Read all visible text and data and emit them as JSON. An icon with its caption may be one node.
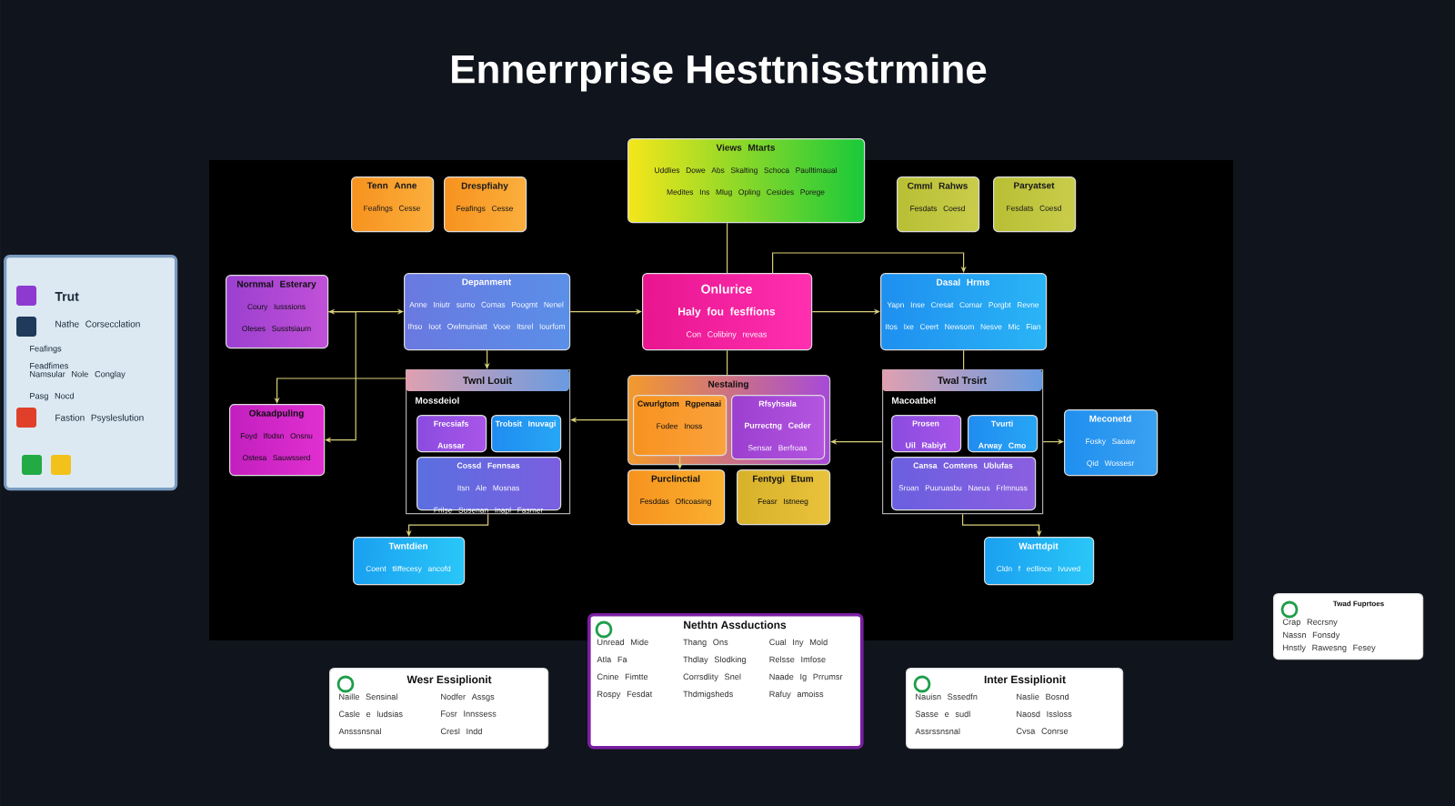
{
  "diagram": {
    "title": "Ennerrprise Hesttnisstrmine",
    "nodes": [
      {
        "text": [
          "Views Mtarts",
          "Uddlies Dowe Abs Skalting Schoca Paulltimaual Medites Ins Mlug Opling Cesides Porege"
        ]
      },
      {
        "text": [
          "Tenn Anne",
          "Feafings Cesse"
        ]
      },
      {
        "text": [
          "Drespfiahy",
          "Feafings Cesse"
        ]
      },
      {
        "text": [
          "Cmml Rahws",
          "Fesdats Coesd"
        ]
      },
      {
        "text": [
          "Paryatset",
          "Fesdats Coesd"
        ]
      },
      {
        "text": [
          "Nornmal Esterary",
          "Coury Iusssions Oleses Susstsiaum"
        ]
      },
      {
        "text": [
          "Depanment",
          "Anne Iniutr sumo Comas Poogmt Nenel Ihso Ioot Owlmuiniatt Vooe Itsrel Iourfom"
        ]
      },
      {
        "text": [
          "Onlurice",
          "Haly fou fesffions",
          "Con Colibiny reveas"
        ]
      },
      {
        "text": [
          "Dasal Hrms",
          "Yapn Inse Cresat Comar Porgbt Revne Itos Ixe Ceert Newsom Nesve Mic Fian"
        ]
      },
      {
        "text": [
          "Okaadpuling",
          "Foyd Ifodsn Onsnu Ostesa Sauwsserd"
        ]
      },
      {
        "text": [
          "Twnl Louit",
          "Mossdeiol"
        ]
      },
      {
        "text": [
          "Frecsiafs Aussar"
        ],
        "in": 10
      },
      {
        "text": [
          "Trobsit Inuvagi"
        ],
        "in": 10
      },
      {
        "text": [
          "Cossd Fennsas",
          "Itsn Ale Mosnas",
          "Frilse Susenan Inapl Fasmer"
        ],
        "in": 10
      },
      {
        "text": [
          "Twntdien",
          "Coent tliffecesy ancofd"
        ]
      },
      {
        "text": [
          "Nestaling"
        ]
      },
      {
        "text": [
          "Cwurlgtom Rgpenaai",
          "Fodee Inoss"
        ],
        "in": 15
      },
      {
        "text": [
          "Rfsyhsala Purrectng Ceder",
          "Sensar Berfroas"
        ],
        "in": 15
      },
      {
        "text": [
          "Purclinctial",
          "Fesddas Oficoasing"
        ]
      },
      {
        "text": [
          "Fentygi Etum",
          "Feasr Istneeg"
        ]
      },
      {
        "text": [
          "Twal Trsirt",
          "Macoatbel"
        ]
      },
      {
        "text": [
          "Prosen Uil Rabiyt"
        ],
        "in": 20
      },
      {
        "text": [
          "Tvurti Arway Cmo"
        ],
        "in": 20
      },
      {
        "text": [
          "Cansa Comtens Ublufas",
          "Sroan Puuruasbu Naeus Frlmnuss"
        ],
        "in": 20
      },
      {
        "text": [
          "Meconetd",
          "Fosky Saoaw Qid Wossesr"
        ]
      },
      {
        "text": [
          "Warttdpit",
          "Cldn f ecllince Ivuved"
        ]
      },
      {
        "text": [
          "Trut",
          "Nathe Corsecclation",
          "Feafings",
          "Feadfimes",
          "Namsular Nole Conglay Pasg Nocd",
          "Fastion Psysleslution"
        ]
      },
      {
        "text": [
          "Nethtn Assductions",
          "Unread Mide",
          "Thang Ons",
          "Cual Iny Mold",
          "Atla Fa",
          "Thdlay Slodking",
          "Relsse Imfose",
          "Cnine Fimtte",
          "Corrsdlity Snel",
          "Naade Ig Prrumsr",
          "Rospy Fesdat",
          "Thdmigsheds",
          "Rafuy amoiss"
        ]
      },
      {
        "text": [
          "Wesr Essiplionit",
          "Naille Sensinal",
          "Nodfer Assgs",
          "Casle e ludsias",
          "Fosr Innssess",
          "Ansssnsnal",
          "Cresl Indd"
        ]
      },
      {
        "text": [
          "Inter Essiplionit",
          "Nauisn Sssedfn",
          "Naslie Bosnd",
          "Sasse e sudl",
          "Naosd Issloss",
          "Assrssnsnal",
          "Cvsa Conrse"
        ]
      },
      {
        "text": [
          "Twad Fuprtoes",
          "Crap Recrsny",
          "Nassn Fonsdy",
          "Hnstly Rawesng Fesey"
        ]
      }
    ],
    "edges": [
      {
        "from": 0,
        "to": 7,
        "arrow": "none"
      },
      {
        "from": 6,
        "to": 7,
        "arrow": "to"
      },
      {
        "from": 7,
        "to": 8,
        "arrow": "to"
      },
      {
        "from": 5,
        "to": 6,
        "arrow": "both"
      },
      {
        "from": 6,
        "to": 10,
        "arrow": "to"
      },
      {
        "from": 7,
        "to": 15,
        "arrow": "none"
      },
      {
        "from": 8,
        "to": 20,
        "arrow": "none"
      },
      {
        "from": 7,
        "to": 8,
        "arrow": "to"
      },
      {
        "from": 5,
        "to": 9,
        "arrow": "to"
      },
      {
        "from": 10,
        "to": 9,
        "arrow": "to"
      },
      {
        "from": 16,
        "to": 18,
        "arrow": "to"
      },
      {
        "from": 10,
        "to": 14,
        "arrow": "to"
      },
      {
        "from": 20,
        "to": 25,
        "arrow": "to"
      },
      {
        "from": 20,
        "to": 24,
        "arrow": "to"
      },
      {
        "from": 15,
        "to": 10,
        "arrow": "to"
      },
      {
        "from": 20,
        "to": 15,
        "arrow": "to"
      }
    ]
  }
}
